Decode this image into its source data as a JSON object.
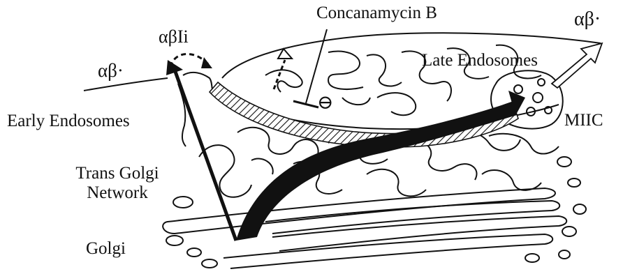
{
  "figure": {
    "labels": {
      "concanamycin": "Concanamycin B",
      "ab_top_right": "αβ·",
      "ab_ii": "αβIi",
      "ab_left": "αβ·",
      "late_endosomes": "Late Endosomes",
      "early_endosomes": "Early Endosomes",
      "miic": "MIIC",
      "tgn_line1": "Trans Golgi",
      "tgn_line2": "Network",
      "golgi": "Golgi",
      "inhibition_symbol": "⊖"
    }
  }
}
